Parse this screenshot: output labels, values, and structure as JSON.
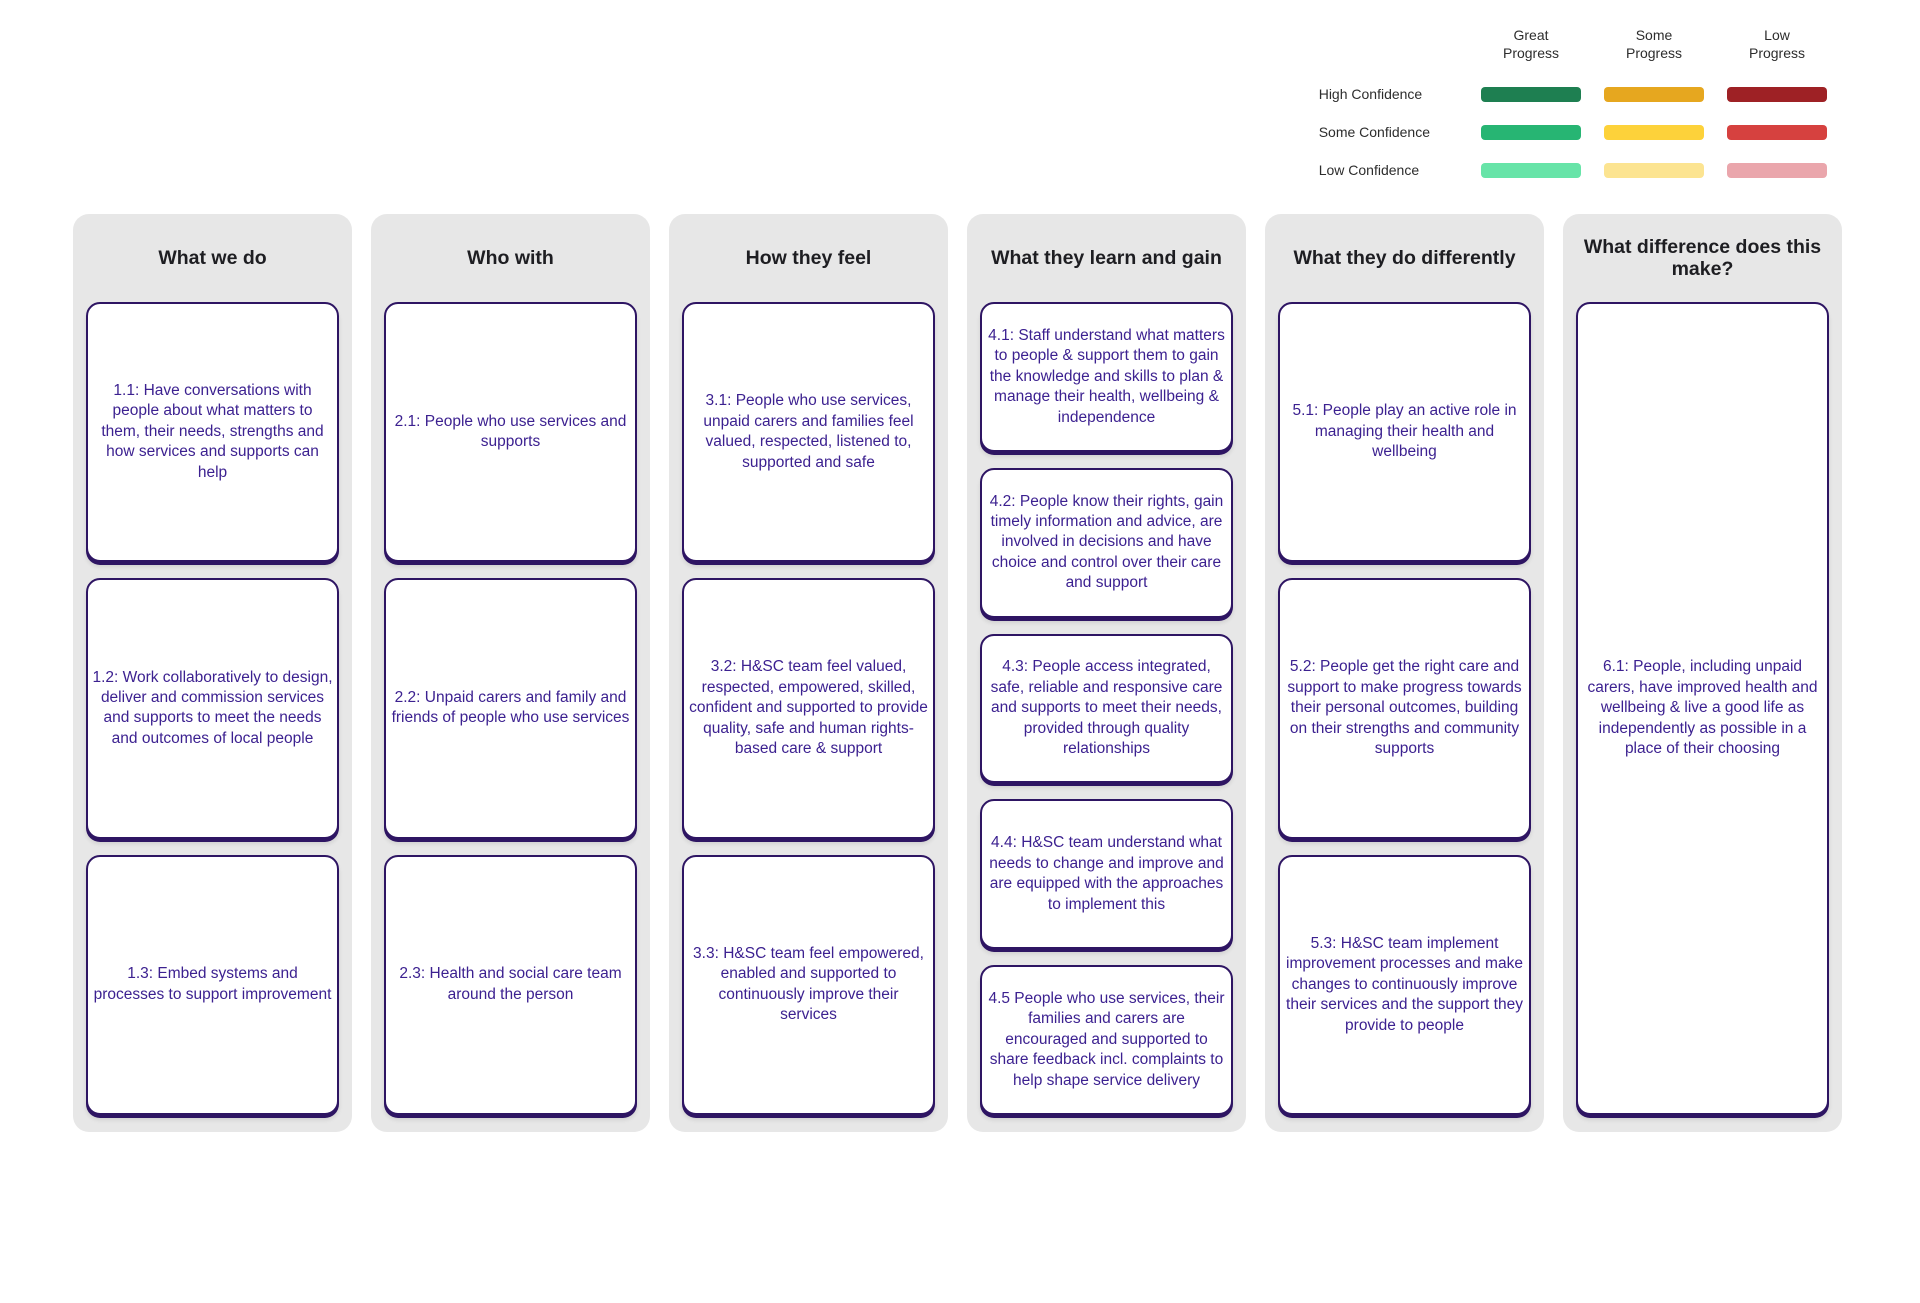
{
  "legend": {
    "progress_headers": [
      "Great\nProgress",
      "Some\nProgress",
      "Low\nProgress"
    ],
    "confidence_labels": [
      "High Confidence",
      "Some Confidence",
      "Low Confidence"
    ],
    "colors": {
      "high": [
        "#1E7F51",
        "#E6A71F",
        "#9E2125"
      ],
      "some": [
        "#27B573",
        "#FDD23A",
        "#D6413F"
      ],
      "low": [
        "#67E4A8",
        "#FCE491",
        "#EAA6AC"
      ]
    }
  },
  "columns": [
    {
      "title": "What we do",
      "cards": [
        {
          "text": "1.1: Have conversations with people about what matters to them, their needs, strengths and how services and supports can help"
        },
        {
          "text": "1.2: Work collaboratively to design, deliver and commission services and supports to meet the needs and outcomes of local people"
        },
        {
          "text": "1.3: Embed systems and processes to support improvement"
        }
      ]
    },
    {
      "title": "Who with",
      "cards": [
        {
          "text": "2.1: People who use services and supports"
        },
        {
          "text": "2.2: Unpaid carers and family and friends of people who use services"
        },
        {
          "text": "2.3: Health and social care team around the person"
        }
      ]
    },
    {
      "title": "How they feel",
      "cards": [
        {
          "text": "3.1: People who use services, unpaid carers and families feel valued, respected, listened to, supported and safe"
        },
        {
          "text": "3.2: H&SC team feel valued, respected, empowered, skilled, confident and supported to provide quality, safe and human rights-based care & support"
        },
        {
          "text": "3.3: H&SC team feel empowered, enabled and supported to continuously improve their services"
        }
      ]
    },
    {
      "title": "What they learn and gain",
      "cards": [
        {
          "text": "4.1: Staff understand what matters to people & support them to gain the knowledge and skills to plan & manage their health, wellbeing & independence"
        },
        {
          "text": "4.2: People know their rights, gain timely information and advice, are involved in decisions and have choice and control over their care and support"
        },
        {
          "text": "4.3: People access integrated, safe, reliable and responsive care and supports to meet their needs, provided through quality relationships"
        },
        {
          "text": "4.4: H&SC team understand what needs to change and improve and are equipped with the approaches to implement this"
        },
        {
          "text": "4.5 People who use services, their families and carers are encouraged and supported to share feedback incl. complaints to help shape service delivery"
        }
      ]
    },
    {
      "title": "What they do differently",
      "cards": [
        {
          "text": "5.1: People play an active role in managing their health and wellbeing"
        },
        {
          "text": "5.2: People get the right care and support to make progress towards their personal outcomes, building on their strengths and community supports"
        },
        {
          "text": "5.3: H&SC team implement improvement processes and make changes to continuously improve their services and the support they provide to people"
        }
      ]
    },
    {
      "title": "What difference does this make?",
      "cards": [
        {
          "text": "6.1: People, including unpaid carers, have improved health and wellbeing & live a good life as independently as possible in a place of their choosing"
        }
      ]
    }
  ]
}
